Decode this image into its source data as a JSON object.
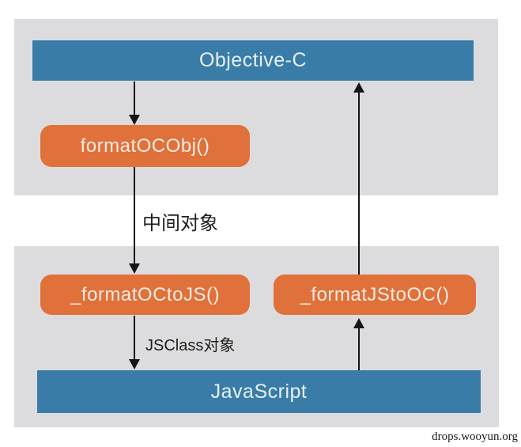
{
  "diagram": {
    "nodes": {
      "objective_c": {
        "label": "Objective-C"
      },
      "format_oc_obj": {
        "label": "formatOCObj()"
      },
      "format_oc_to_js": {
        "label": "_formatOCtoJS()"
      },
      "format_js_to_oc": {
        "label": "_formatJStoOC()"
      },
      "javascript": {
        "label": "JavaScript"
      }
    },
    "edge_labels": {
      "intermediate_object": "中间对象",
      "jsclass_object": "JSClass对象"
    },
    "colors": {
      "bar_blue": "#3a7ca8",
      "pill_orange": "#e0713a",
      "panel_gray": "#dcdcde",
      "arrow_black": "#151515"
    }
  },
  "watermark": {
    "text": "drops.wooyun.org"
  }
}
